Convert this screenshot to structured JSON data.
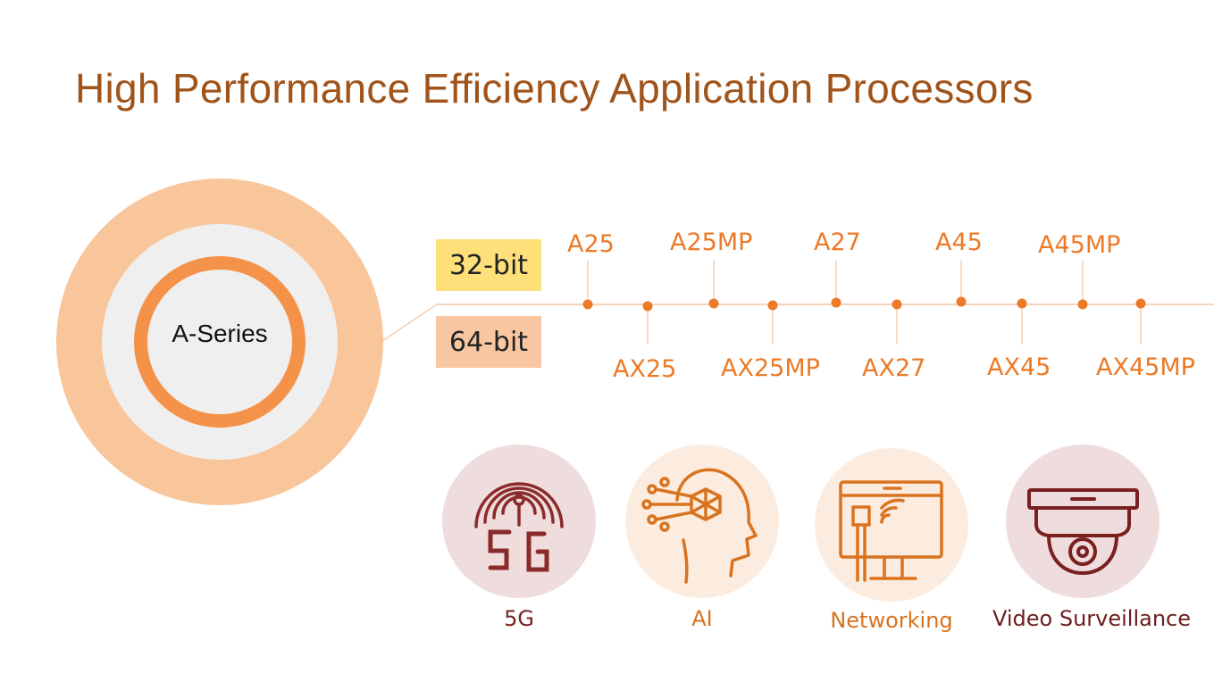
{
  "title": "High Performance Efficiency Application Processors",
  "series_label": "A-Series",
  "bit_labels": {
    "bit32": "32-bit",
    "bit64": "64-bit"
  },
  "processors_32bit": [
    "A25",
    "A25MP",
    "A27",
    "A45",
    "A45MP"
  ],
  "processors_64bit": [
    "AX25",
    "AX25MP",
    "AX27",
    "AX45",
    "AX45MP"
  ],
  "applications": [
    {
      "label": "5G",
      "icon": "5g-signal-icon",
      "color": "#8b2a2a"
    },
    {
      "label": "AI",
      "icon": "ai-head-icon",
      "color": "#d9731f"
    },
    {
      "label": "Networking",
      "icon": "network-monitor-icon",
      "color": "#d9731f"
    },
    {
      "label": "Video Surveillance",
      "icon": "security-camera-icon",
      "color": "#7a2020"
    }
  ],
  "colors": {
    "title": "#a0541a",
    "accent": "#ec7a27",
    "outer_ring": "#f9c59a",
    "inner_ring": "#f5924a",
    "badge_32": "#fde07a",
    "badge_64": "#f8c7a2"
  }
}
